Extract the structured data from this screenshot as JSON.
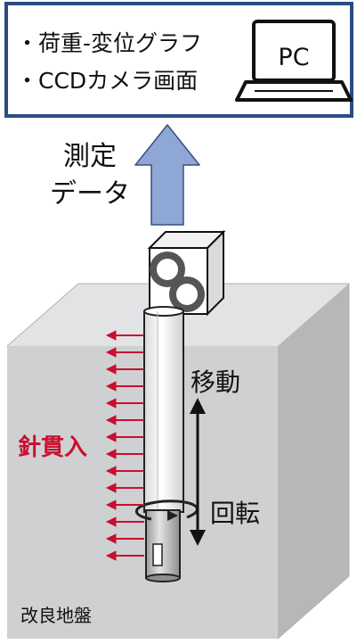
{
  "pc_box": {
    "bullet_1": "・荷重-変位グラフ",
    "bullet_2": "・CCDカメラ画面",
    "pc_label": "PC"
  },
  "arrow_label": {
    "line_1": "測定",
    "line_2": "データ"
  },
  "labels": {
    "move": "移動",
    "rotate": "回転",
    "needle_penetration": "針貫入",
    "improved_ground": "改良地盤"
  },
  "colors": {
    "box_border": "#2a4c82",
    "arrow_fill": "#8fa7d5",
    "arrow_stroke": "#35507f",
    "ground_front": "#cfd0d2",
    "ground_top": "#e2e3e5",
    "ground_side": "#b6b7b9",
    "needle_red": "#c8102e",
    "text": "#111111"
  },
  "icons": {
    "pc": "laptop-icon",
    "camera": "ccd-camera-icon",
    "rotation": "rotation-arrow-icon"
  }
}
